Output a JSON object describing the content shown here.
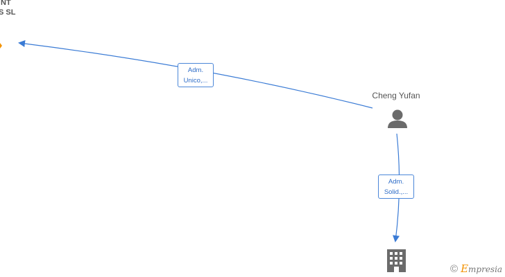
{
  "nodes": {
    "company_top": {
      "name_line1": "NT",
      "name_line2": "S  SL"
    },
    "person": {
      "name": "Cheng Yufan"
    }
  },
  "edges": [
    {
      "line1": "Adm.",
      "line2": "Unico,..."
    },
    {
      "line1": "Adm.",
      "line2": "Solid.,..."
    }
  ],
  "footer": {
    "copyright_symbol": "©",
    "brand_initial": "E",
    "brand_rest": "mpresia"
  },
  "colors": {
    "edge": "#3a7bd5",
    "text": "#555555",
    "icon": "#6b6b6b",
    "accent": "#f39200"
  },
  "icons": {
    "person": "person-icon",
    "company": "building-icon"
  }
}
